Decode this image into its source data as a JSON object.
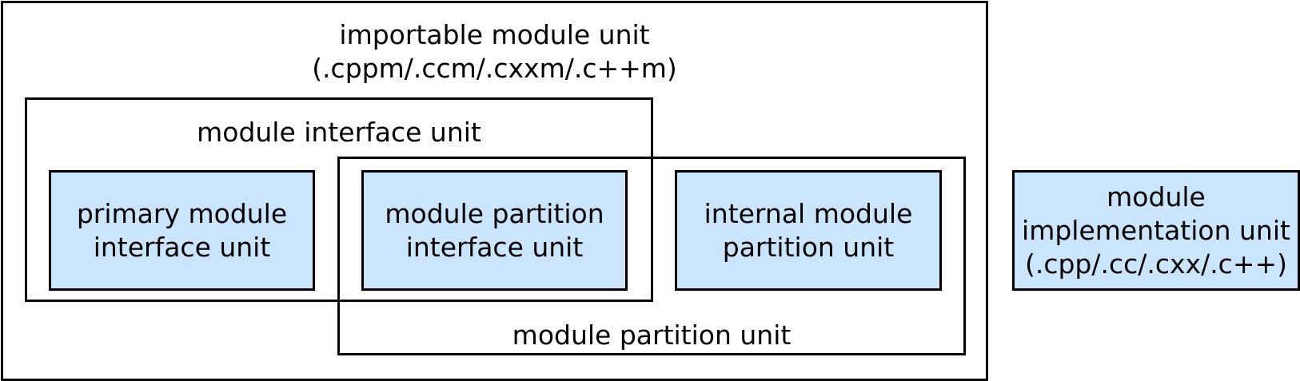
{
  "importable_module_unit": {
    "title": "importable module unit",
    "extensions": "(.cppm/.ccm/.cxxm/.c++m)"
  },
  "module_interface_unit": {
    "title": "module interface unit"
  },
  "module_partition_unit": {
    "title": "module partition unit"
  },
  "units": {
    "primary": {
      "line1": "primary module",
      "line2": "interface unit"
    },
    "partition_interface": {
      "line1": "module partition",
      "line2": "interface unit"
    },
    "internal_partition": {
      "line1": "internal module",
      "line2": "partition unit"
    },
    "implementation": {
      "line1": "module",
      "line2": "implementation unit",
      "line3": "(.cpp/.cc/.cxx/.c++)"
    }
  },
  "colors": {
    "unit_fill": "#cce5ff",
    "border": "#000000"
  }
}
